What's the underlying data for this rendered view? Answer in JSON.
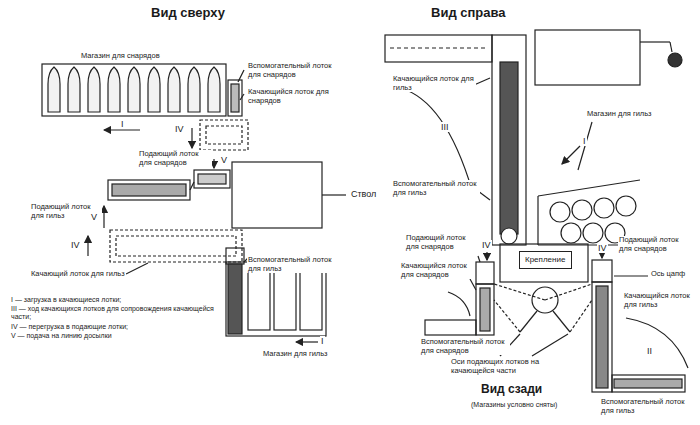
{
  "diagram": {
    "nodes": [
      {
        "text": [
          "Крепление"
        ]
      }
    ],
    "labels": [
      "Вид сверху",
      "Магазин для снарядов",
      "Вспомогательный лоток для снарядов",
      "Качающийся лоток для снарядов",
      "I",
      "IV",
      "Подающий лоток для снарядов",
      "V",
      "Ствол",
      "Подающий лоток для гильз",
      "V",
      "IV",
      "Качающий лоток для гильз",
      "Вспомогательный лоток для гильз",
      "I — загрузка в качающиеся лотки;",
      "III — ход качающихся лотков для сопровождения качающейся части;",
      "IV — перегрузка в подающие лотки;",
      "V — подача на линию досылки",
      "Магазин для гильз",
      "I",
      "Вид справа",
      "Качающийся лоток для гильз",
      "III",
      "Магазин для гильз",
      "I",
      "Вспомогательный лоток для гильз",
      "Подающий лоток для снарядов",
      "IV",
      "Качающийся лоток для снарядов",
      "Подающий лоток для снарядов",
      "IV",
      "Ось цапф",
      "Качающийся лоток для гильз",
      "Вспомогательный лоток для снарядов",
      "Оси подающих лотков на качающейся части",
      "Вид сзади",
      "(Магазины условно сняты)",
      "II",
      "Вспомогательный лоток для гильз"
    ]
  }
}
